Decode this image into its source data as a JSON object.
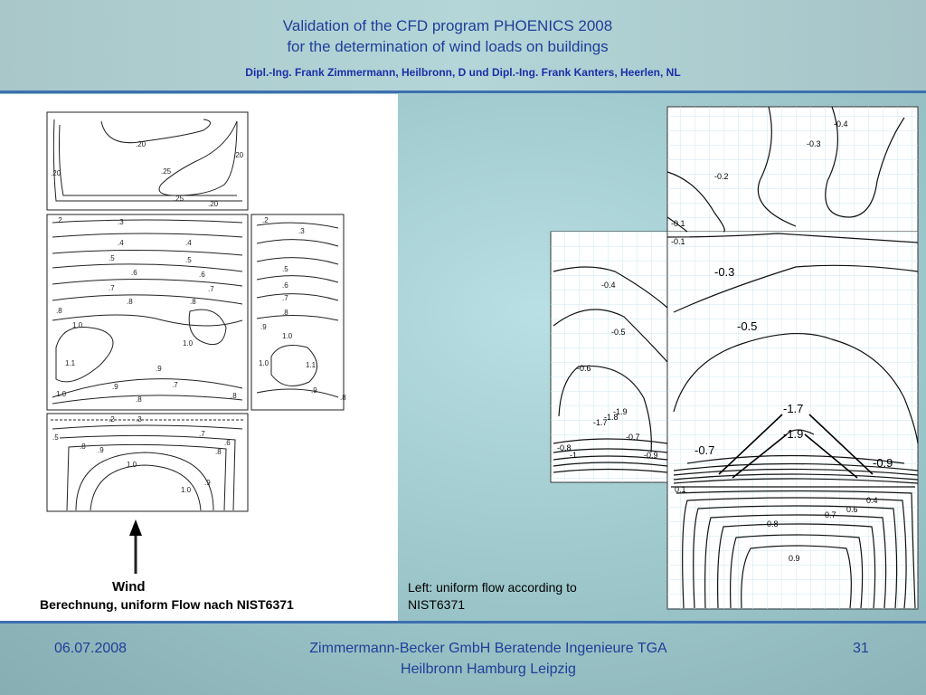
{
  "header": {
    "title_line1": "Validation of the CFD program PHOENICS 2008",
    "title_line2": "for the determination of wind loads on buildings",
    "authors": "Dipl.-Ing. Frank Zimmermann, Heilbronn, D und Dipl.-Ing. Frank Kanters, Heerlen, NL"
  },
  "left_figure": {
    "wind_label": "Wind",
    "caption": "Berechnung, uniform Flow nach NIST6371",
    "roof_labels": [
      ".20",
      ".25",
      ".25",
      ".20",
      ".20",
      ".20"
    ],
    "front_labels": [
      ".2",
      ".3",
      ".4",
      ".4",
      ".5",
      ".5",
      ".6",
      ".6",
      ".7",
      ".7",
      ".8",
      ".8",
      ".8",
      "1.0",
      "1.0",
      "1.1",
      ".9",
      ".9",
      ".7",
      ".8",
      "1.0",
      ".8"
    ],
    "side_labels": [
      ".2",
      ".3",
      ".5",
      ".6",
      ".7",
      ".8",
      ".9",
      "1.0",
      "1.0",
      "1.1",
      ".9",
      ".8"
    ],
    "bottom_labels": [
      ".2",
      ".3",
      ".5",
      ".6",
      ".7",
      ".8",
      ".9",
      "1.0",
      "1.0",
      ".9",
      ".8"
    ]
  },
  "right_figure": {
    "caption": "Left: uniform flow according to NIST6371",
    "top_labels": [
      "-0.4",
      "-0.3",
      "-0.2",
      "-0.1"
    ],
    "side_labels": [
      "-0.4",
      "-0.5",
      "-0.6",
      "-1.7",
      "-1.8",
      "-1.9",
      "-0.7",
      "-0.8",
      "-1",
      "-0.9"
    ],
    "front_labels": [
      "-0.1",
      "-0.3",
      "-0.5",
      "-1.7",
      "-1.9",
      "-0.7",
      "-0.9"
    ],
    "ground_labels": [
      "0.1",
      "0.4",
      "0.6",
      "0.7",
      "0.8",
      "0.9"
    ]
  },
  "footer": {
    "date": "06.07.2008",
    "company_line1": "Zimmermann-Becker GmbH Beratende Ingenieure TGA",
    "company_line2": "Heilbronn Hamburg Leipzig",
    "page_number": "31"
  }
}
